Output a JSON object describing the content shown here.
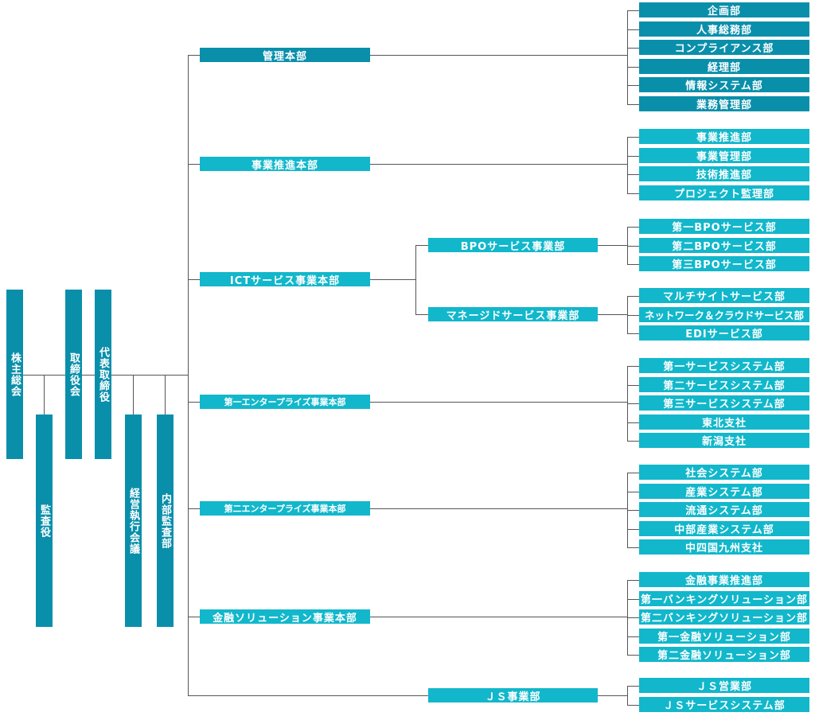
{
  "colors": {
    "dark": "#0a8fab",
    "light": "#12b7cb",
    "line": "#555555"
  },
  "governance": {
    "shareholders": "株主総会",
    "auditor": "監査役",
    "board": "取締役会",
    "president": "代表取締役",
    "exec_committee": "経営執行会議",
    "internal_audit": "内部監査部"
  },
  "divisions": {
    "admin": {
      "label": "管理本部",
      "departments": [
        "企画部",
        "人事総務部",
        "コンプライアンス部",
        "経理部",
        "情報システム部",
        "業務管理部"
      ]
    },
    "business": {
      "label": "事業推進本部",
      "departments": [
        "事業推進部",
        "事業管理部",
        "技術推進部",
        "プロジェクト監理部"
      ]
    },
    "ict": {
      "label": "ICTサービス事業本部",
      "bpo": {
        "label": "BPOサービス事業部",
        "departments": [
          "第一BPOサービス部",
          "第二BPOサービス部",
          "第三BPOサービス部"
        ]
      },
      "managed": {
        "label": "マネージドサービス事業部",
        "departments": [
          "マルチサイトサービス部",
          "ネットワーク＆クラウドサービス部",
          "EDIサービス部"
        ]
      }
    },
    "ent1": {
      "label": "第一エンタープライズ事業本部",
      "departments": [
        "第一サービスシステム部",
        "第二サービスシステム部",
        "第三サービスシステム部",
        "東北支社",
        "新潟支社"
      ]
    },
    "ent2": {
      "label": "第二エンタープライズ事業本部",
      "departments": [
        "社会システム部",
        "産業システム部",
        "流通システム部",
        "中部産業システム部",
        "中四国九州支社"
      ]
    },
    "finance": {
      "label": "金融ソリューション事業本部",
      "departments": [
        "金融事業推進部",
        "第一バンキングソリューション部",
        "第二バンキングソリューション部",
        "第一金融ソリューション部",
        "第二金融ソリューション部"
      ]
    },
    "js": {
      "label": "ＪＳ事業部",
      "departments": [
        "ＪＳ営業部",
        "ＪＳサービスシステム部"
      ]
    }
  }
}
